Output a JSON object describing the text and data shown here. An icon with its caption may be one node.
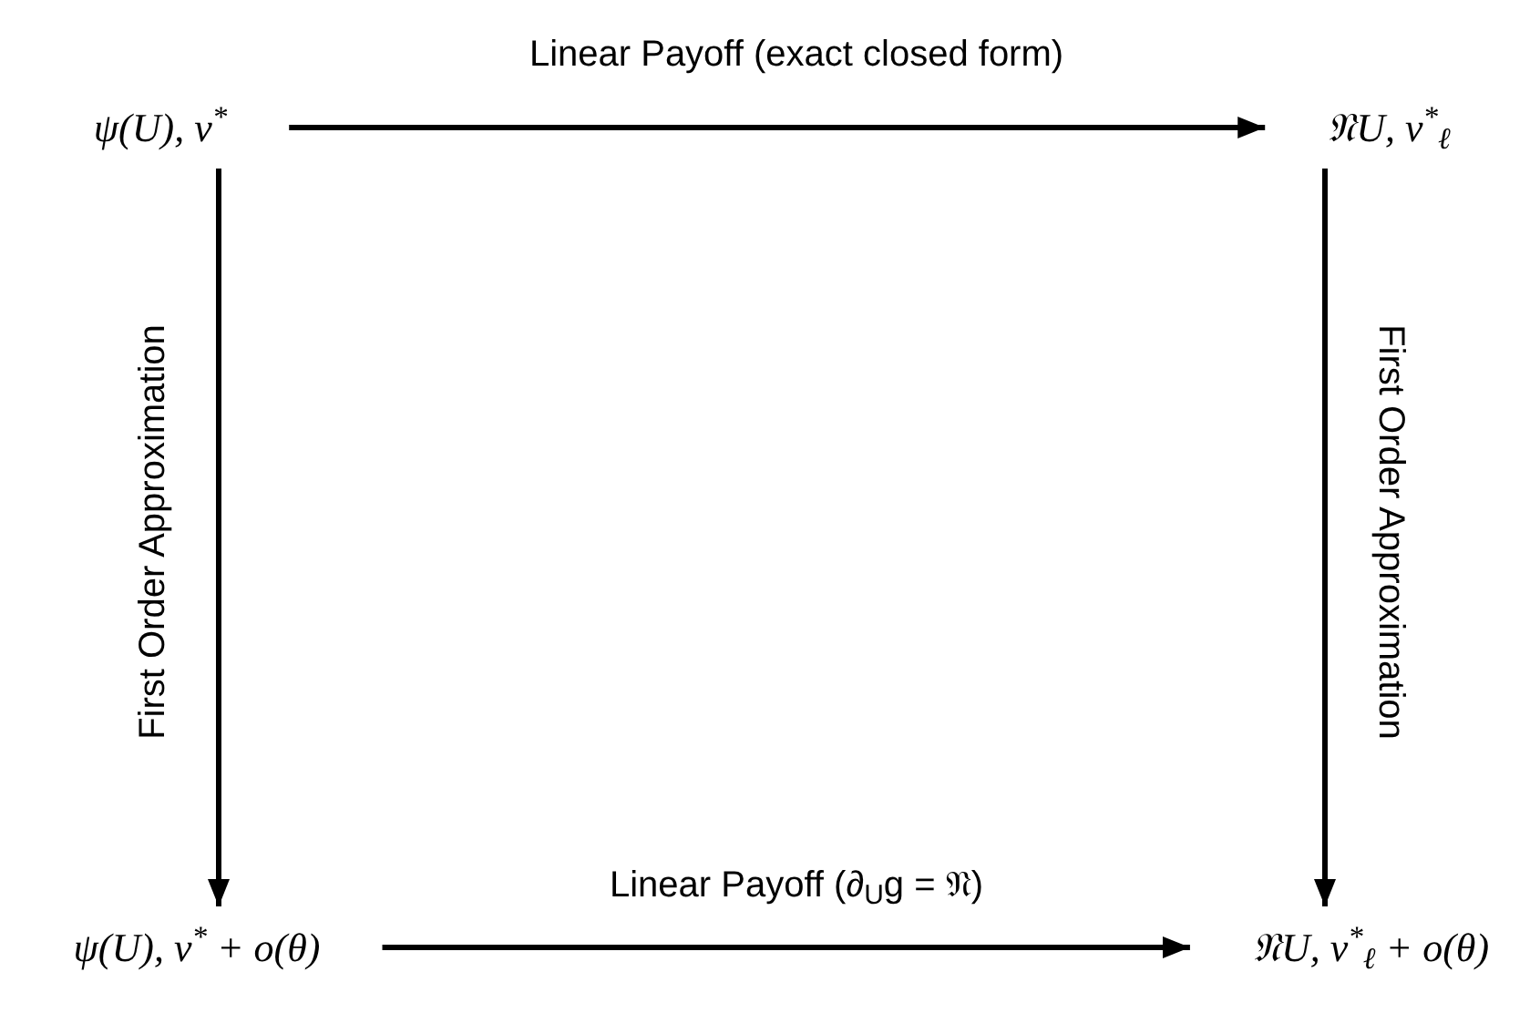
{
  "diagram": {
    "nodes": [
      {
        "text": [
          "ψ(U), ν$^{*}$"
        ]
      },
      {
        "text": [
          "𝔑U, ν$^{*}$$_{ℓ}$"
        ]
      },
      {
        "text": [
          "ψ(U), ν$^{*}$ + o(θ)"
        ]
      },
      {
        "text": [
          "𝔑U, ν$^{*}$$_{ℓ}$ + o(θ)"
        ]
      }
    ],
    "edges": [
      {
        "from": 0,
        "to": 1,
        "arrow": "to",
        "label": "Linear Payoff (exact closed form)"
      },
      {
        "from": 0,
        "to": 2,
        "arrow": "to",
        "label": "First Order Approximation"
      },
      {
        "from": 1,
        "to": 3,
        "arrow": "to",
        "label": "First Order Approximation"
      },
      {
        "from": 2,
        "to": 3,
        "arrow": "to",
        "label": "Linear Payoff (∂$_{U}$g = 𝔑)"
      }
    ]
  }
}
